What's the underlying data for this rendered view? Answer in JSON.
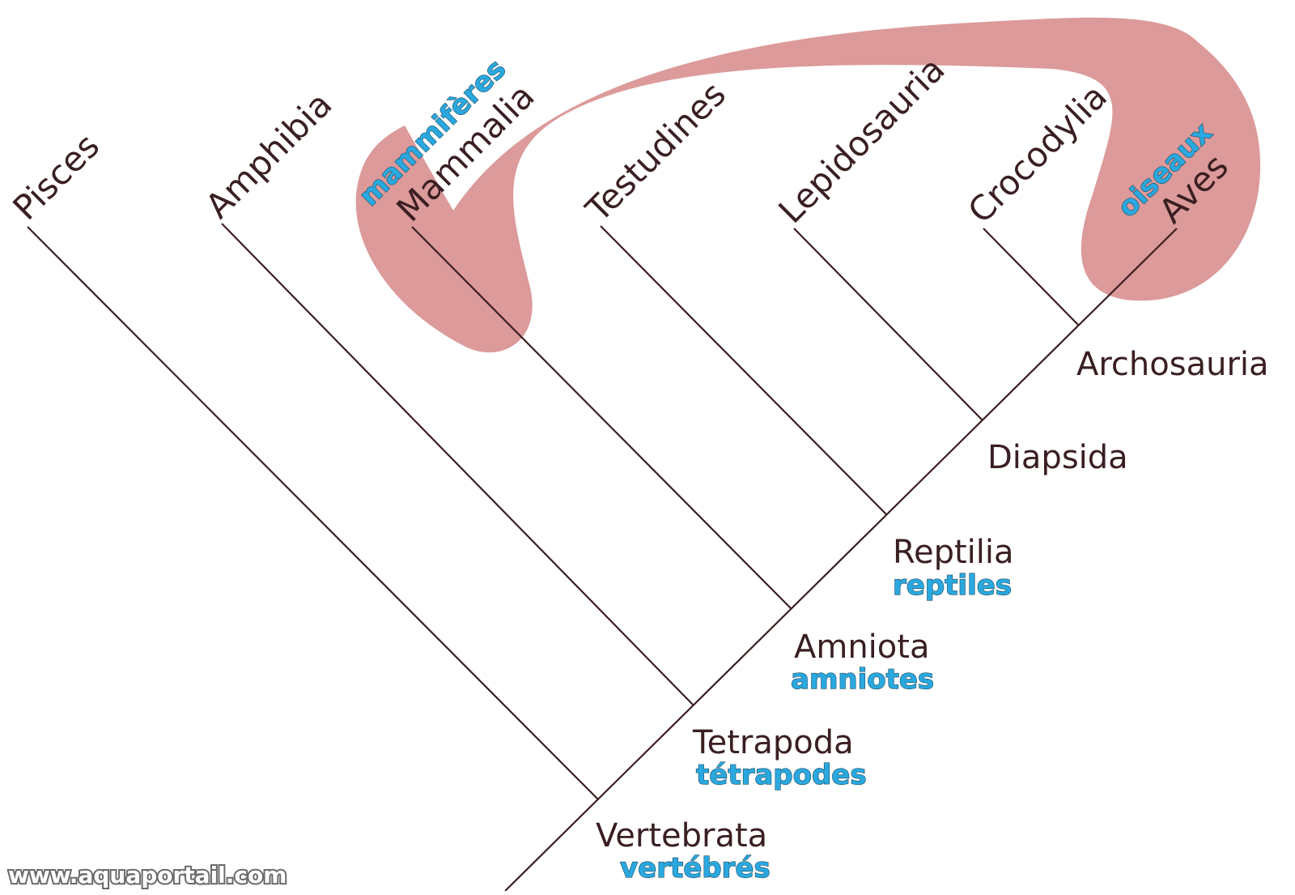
{
  "colors": {
    "branch": "#3a1f22",
    "label": "#3a1f22",
    "french_label": "#2aa8df",
    "highlight": "#dc9a9a",
    "watermark": "#ffffff",
    "watermark_outline": "#6a6a6a"
  },
  "taxa": {
    "pisces": "Pisces",
    "amphibia": "Amphibia",
    "mammalia": "Mammalia",
    "testudines": "Testudines",
    "lepidosauria": "Lepidosauria",
    "crocodylia": "Crocodylia",
    "aves": "Aves"
  },
  "highlight_labels": {
    "mammiferes": "mammifères",
    "oiseaux": "oiseaux"
  },
  "clades": {
    "archosauria": "Archosauria",
    "diapsida": "Diapsida",
    "reptilia": {
      "latin": "Reptilia",
      "french": "reptiles"
    },
    "amniota": {
      "latin": "Amniota",
      "french": "amniotes"
    },
    "tetrapoda": {
      "latin": "Tetrapoda",
      "french": "tétrapodes"
    },
    "vertebrata": {
      "latin": "Vertebrata",
      "french": "vertébrés"
    }
  },
  "watermark": "www.aquaportail.com"
}
